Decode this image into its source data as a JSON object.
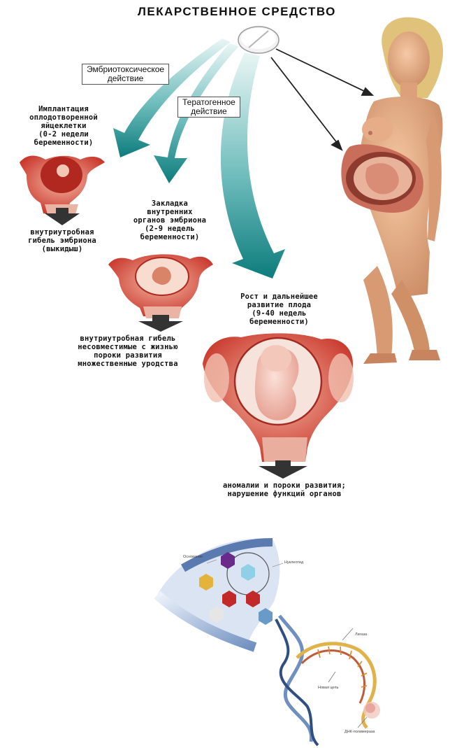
{
  "title": "ЛЕКАРСТВЕННОЕ СРЕДСТВО",
  "labels": {
    "embryotoxic": "Эмбриотоксическое\nдействие",
    "teratogenic": "Тератогенное\nдействие"
  },
  "stages": [
    {
      "period": "Имплантация\nоплодотворенной\nяйцеклетки\n(0-2 недели\nбеременности)",
      "outcome": "внутриутробная\nгибель эмбриона\n(выкидыш)"
    },
    {
      "period": "Закладка\nвнутренних\nорганов эмбриона\n(2-9 недель\nбеременности)",
      "outcome": "внутриутробная гибель\nнесовместимые с жизнью\nпороки развития\nмножественные уродства"
    },
    {
      "period": "Рост и дальнейшее\nразвитие плода\n(9-40 недель\nбеременности)",
      "outcome": "аномалии и пороки развития;\nнарушение функций органов"
    }
  ],
  "dna_labels": {
    "base": "Основание",
    "nucleotide": "Нуклеотид",
    "ligase": "Лигаза",
    "new_chain": "Новая цепь",
    "polymerase": "ДНК-полимераза"
  }
}
